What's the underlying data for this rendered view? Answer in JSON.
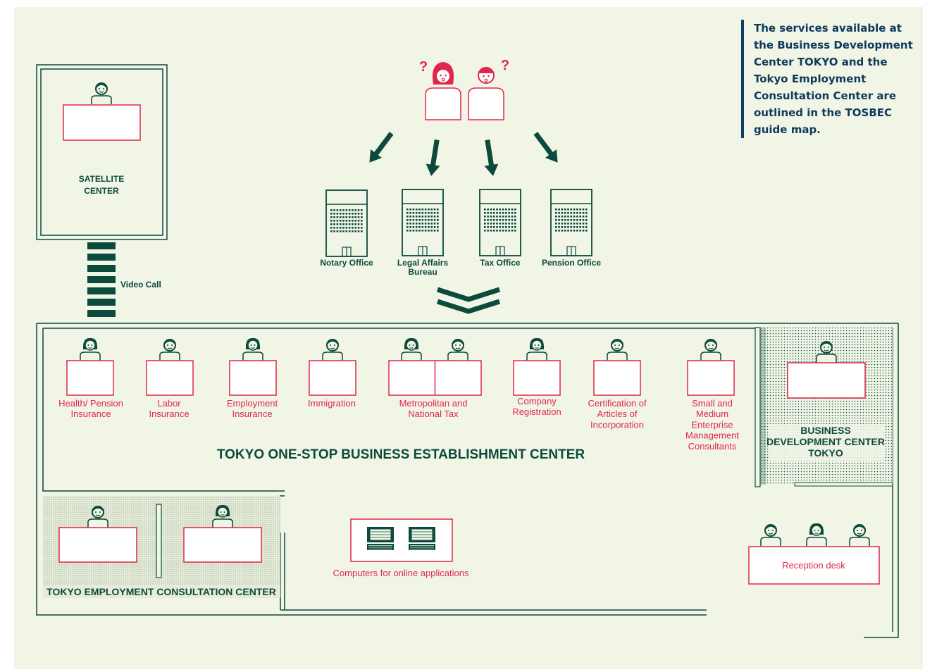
{
  "note": "The services available at the Business Development Center TOKYO and the Tokyo Employment Consultation Center are outlined in the TOSBEC guide map.",
  "satellite": {
    "title_line1": "SATELLITE",
    "title_line2": "CENTER",
    "video_call": "Video Call"
  },
  "offices": [
    {
      "line1": "Notary Office",
      "line2": ""
    },
    {
      "line1": "Legal Affairs",
      "line2": "Bureau"
    },
    {
      "line1": "Tax Office",
      "line2": ""
    },
    {
      "line1": "Pension Office",
      "line2": ""
    }
  ],
  "desks": [
    {
      "lines": [
        "Health/ Pension",
        "Insurance"
      ]
    },
    {
      "lines": [
        "Labor",
        "Insurance"
      ]
    },
    {
      "lines": [
        "Employment",
        "Insurance"
      ]
    },
    {
      "lines": [
        "Immigration"
      ]
    },
    {
      "lines": [
        "Metropolitan and",
        "National Tax"
      ]
    },
    {
      "lines": [
        "Company",
        "Registration"
      ]
    },
    {
      "lines": [
        "Certification of",
        "Articles of",
        "Incorporation"
      ]
    },
    {
      "lines": [
        "Small and",
        "Medium",
        "Enterprise",
        "Management",
        "Consultants"
      ]
    }
  ],
  "main_title": "TOKYO ONE-STOP BUSINESS ESTABLISHMENT CENTER",
  "bdc": {
    "line1": "BUSINESS",
    "line2": "DEVELOPMENT CENTER",
    "line3": "TOKYO"
  },
  "employment_center": "TOKYO EMPLOYMENT CONSULTATION CENTER",
  "computers_label": "Computers for online applications",
  "reception_label": "Reception desk",
  "question_mark": "?",
  "colors": {
    "background": "#f1f5e6",
    "green": "#0b4a3c",
    "pink": "#e0264e",
    "note_bar": "#123d6a"
  }
}
